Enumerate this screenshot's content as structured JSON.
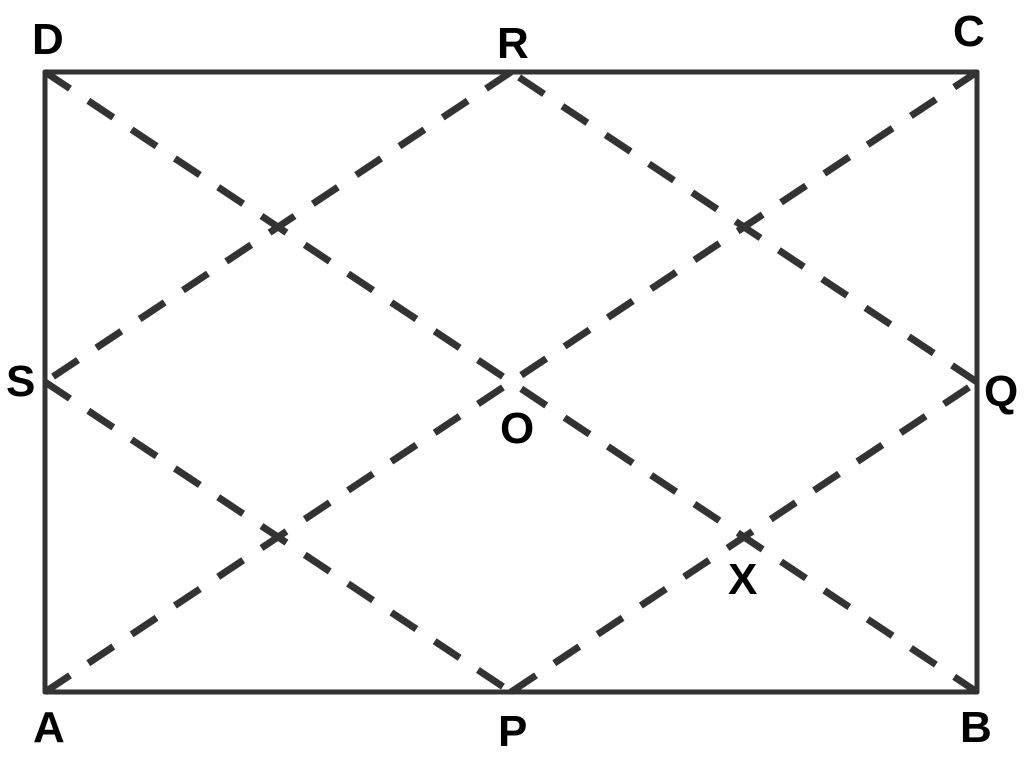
{
  "figure": {
    "type": "geometry-diagram",
    "description": "Rectangle ABCD with midpoints P, Q, R, S joined to form rhombus PQRS; diagonals AC and DB meet at O; X is the intersection of DB and PQ",
    "colors": {
      "stroke": "#333333",
      "label": "#000000",
      "background": "#ffffff"
    }
  },
  "points": {
    "A": {
      "label": "A"
    },
    "B": {
      "label": "B"
    },
    "C": {
      "label": "C"
    },
    "D": {
      "label": "D"
    },
    "P": {
      "label": "P"
    },
    "Q": {
      "label": "Q"
    },
    "R": {
      "label": "R"
    },
    "S": {
      "label": "S"
    },
    "O": {
      "label": "O"
    },
    "X": {
      "label": "X"
    }
  },
  "segments": {
    "solid": [
      "AB",
      "BC",
      "CD",
      "DA"
    ],
    "dashed": [
      "AC",
      "DB",
      "PQ",
      "QR",
      "RS",
      "SP"
    ]
  }
}
